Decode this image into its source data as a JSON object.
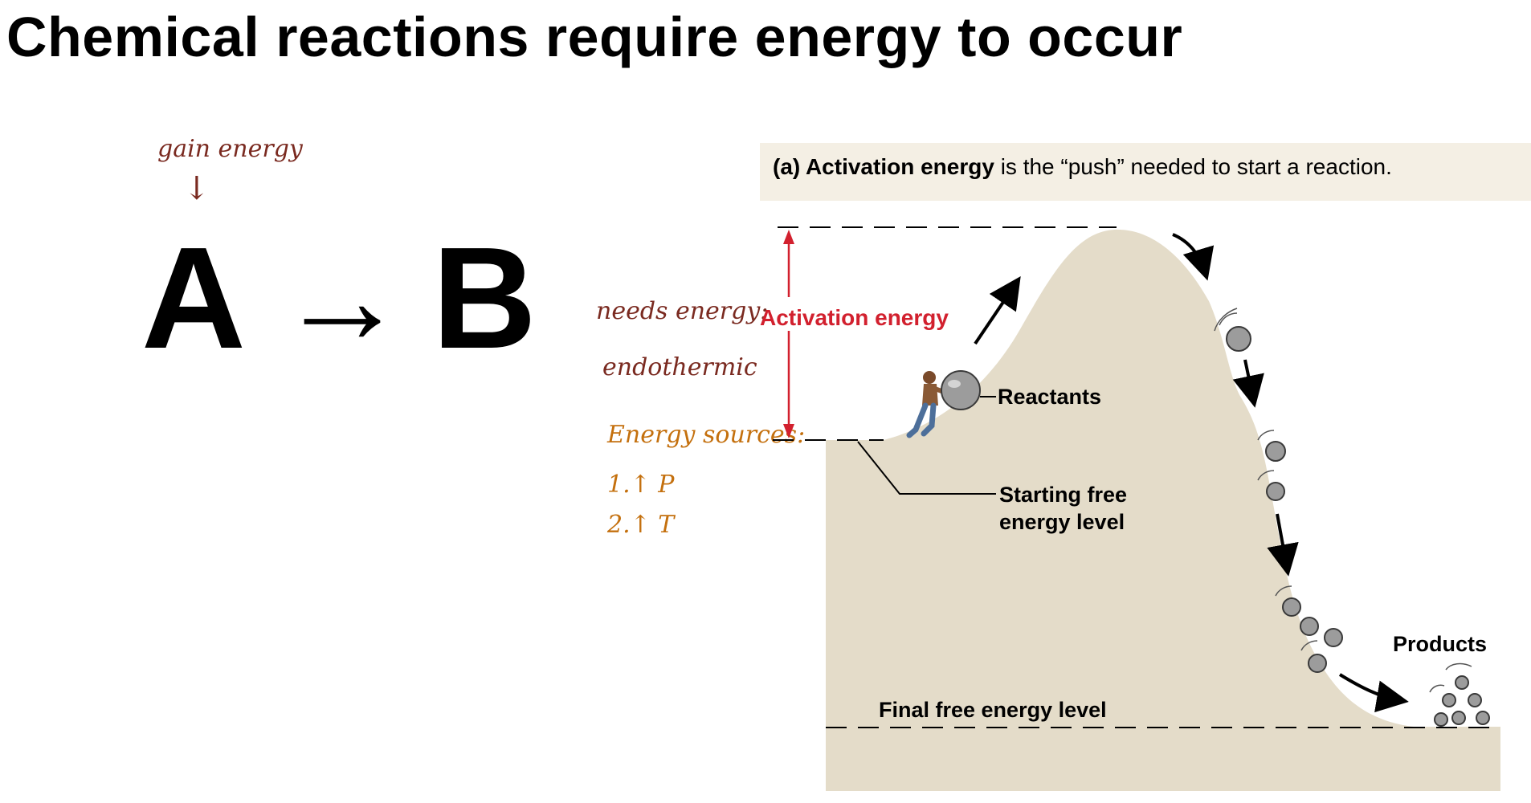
{
  "slide": {
    "title": "Chemical reactions require energy to occur"
  },
  "equation": {
    "left": "A",
    "arrow": "→",
    "right": "B",
    "annotation": "gain energy",
    "annotation_arrow": "↓"
  },
  "notes": {
    "needs_energy": "needs energy:",
    "endothermic": "endothermic",
    "energy_sources": "Energy sources:",
    "source_1": "1.↑ P",
    "source_2": "2.↑ T"
  },
  "figure": {
    "caption_bold": "(a) Activation energy",
    "caption_rest": " is the “push” needed to start a reaction.",
    "activation_label": "Activation energy",
    "reactants_label": "Reactants",
    "starting_level_line1": "Starting free",
    "starting_level_line2": "energy level",
    "products_label": "Products",
    "final_level_label": "Final free energy level"
  },
  "colors": {
    "hill": "#e4dcc9",
    "activation_red": "#d2202e",
    "handwriting_brown": "#7a2a20",
    "handwriting_orange": "#c4700e"
  }
}
